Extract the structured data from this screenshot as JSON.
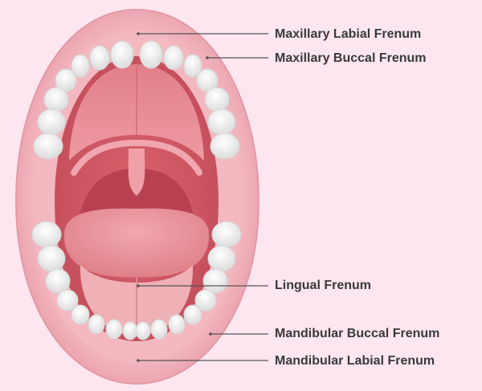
{
  "labels": {
    "maxillary_labial": "Maxillary Labial Frenum",
    "maxillary_buccal": "Maxillary Buccal Frenum",
    "lingual": "Lingual Frenum",
    "mandibular_buccal": "Mandibular Buccal Frenum",
    "mandibular_labial": "Mandibular Labial Frenum"
  },
  "colors": {
    "background": "#fde6f0",
    "lip": "#f2b7bf",
    "palate": "#e8848e",
    "tongue": "#e7969e",
    "tooth": "#ffffff",
    "leader_line": "#555555",
    "label_text": "#3a3a3a"
  }
}
